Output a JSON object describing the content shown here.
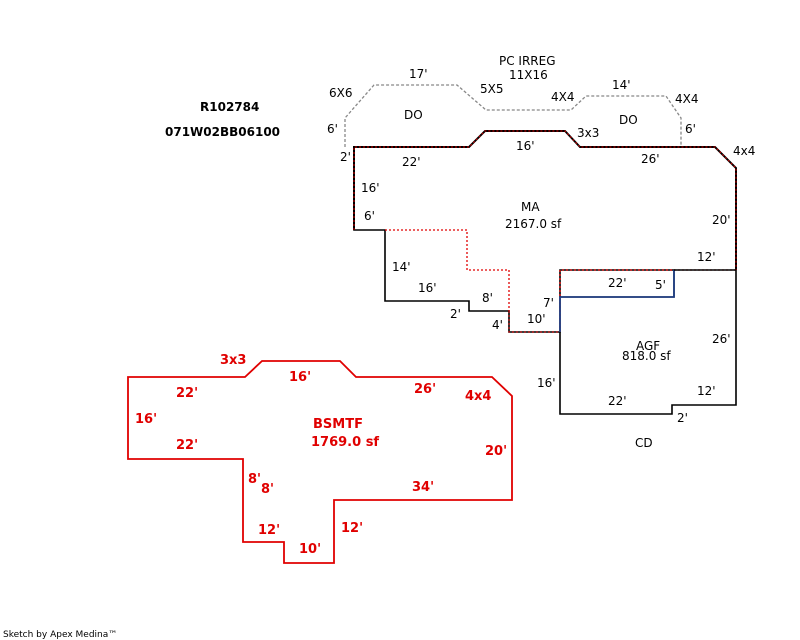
{
  "parcel": {
    "id": "R102784",
    "map_number": "071W02BB06100"
  },
  "credit": "Sketch by Apex Medina™",
  "colors": {
    "outline": "#000000",
    "main": "#7a0000",
    "dashed_red": "#e00000",
    "porch": "#888888",
    "bsmt": "#e00000",
    "agf_blue": "#1c3f8c"
  },
  "areas": {
    "ma": {
      "name": "MA",
      "area": "2167.0 sf"
    },
    "agf": {
      "name": "AGF",
      "area": "818.0 sf"
    },
    "bsmtf": {
      "name": "BSMTF",
      "area": "1769.0 sf"
    },
    "porch": {
      "name": "PC IRREG",
      "dims": "11X16"
    },
    "do_left": "DO",
    "do_right": "DO",
    "cd": "CD"
  },
  "dims": {
    "porch": [
      "6X6",
      "17'",
      "5X5",
      "4X4",
      "14'",
      "4X4",
      "6'",
      "6'",
      "2'"
    ],
    "ma": [
      "22'",
      "16'",
      "3x3",
      "26'",
      "4x4",
      "16'",
      "6'",
      "20'",
      "14'",
      "16'",
      "8'",
      "2'",
      "4'",
      "10'",
      "7'",
      "12'"
    ],
    "agf": [
      "22'",
      "5'",
      "26'",
      "16'",
      "12'",
      "22'",
      "2'"
    ],
    "bsmt": [
      "3x3",
      "16'",
      "22'",
      "26'",
      "4x4",
      "16'",
      "22'",
      "20'",
      "8'",
      "8'",
      "34'",
      "12'",
      "12'",
      "10'"
    ]
  }
}
